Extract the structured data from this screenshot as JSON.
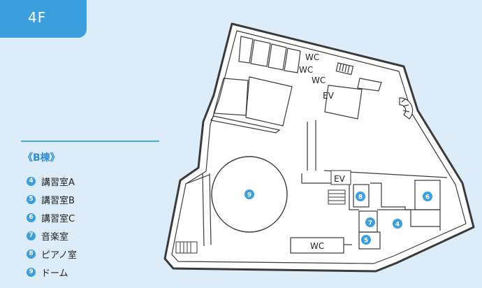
{
  "floor": "4F",
  "legend": {
    "title": "《B棟》",
    "items": [
      {
        "num": "4",
        "label": "講習室A"
      },
      {
        "num": "5",
        "label": "講習室B"
      },
      {
        "num": "6",
        "label": "講習室C"
      },
      {
        "num": "7",
        "label": "音楽室"
      },
      {
        "num": "8",
        "label": "ピアノ室"
      },
      {
        "num": "9",
        "label": "ドーム"
      }
    ]
  },
  "map_labels": {
    "wc": "WC",
    "ev": "EV"
  },
  "colors": {
    "tab": "#3a9fdc",
    "badge": "#3a9fdc",
    "background": "#dcedf9",
    "walls": "#3a3a3a"
  }
}
